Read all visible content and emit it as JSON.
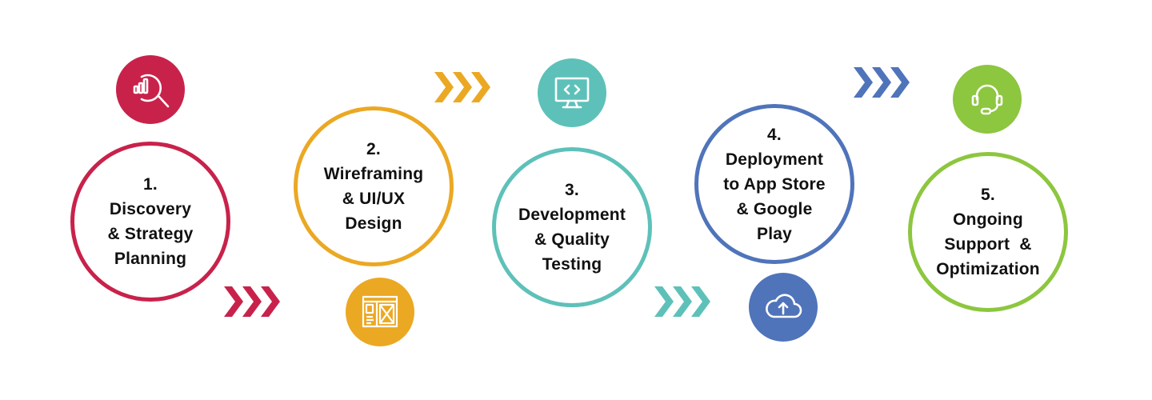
{
  "diagram": {
    "type": "process-flow",
    "steps": [
      {
        "number": "1.",
        "lines": [
          "Discovery",
          "& Strategy",
          "Planning"
        ],
        "color": "#C8224B",
        "icon": "analytics-search-icon"
      },
      {
        "number": "2.",
        "lines": [
          "Wireframing",
          "& UI/UX",
          "Design"
        ],
        "color": "#EBA823",
        "icon": "wireframe-layout-icon"
      },
      {
        "number": "3.",
        "lines": [
          "Development",
          "& Quality",
          "Testing"
        ],
        "color": "#5EC1B9",
        "icon": "code-monitor-icon"
      },
      {
        "number": "4.",
        "lines": [
          "Deployment",
          "to App Store",
          "& Google",
          "Play"
        ],
        "color": "#4F74BA",
        "icon": "cloud-upload-icon"
      },
      {
        "number": "5.",
        "lines": [
          "Ongoing",
          "Support  &",
          "Optimization"
        ],
        "color": "#8DC63F",
        "icon": "headset-support-icon"
      }
    ],
    "connectors": [
      {
        "from": 1,
        "to": 2,
        "color": "#C8224B",
        "icon": "chevrons-right-icon"
      },
      {
        "from": 2,
        "to": 3,
        "color": "#EBA823",
        "icon": "chevrons-right-icon"
      },
      {
        "from": 3,
        "to": 4,
        "color": "#5EC1B9",
        "icon": "chevrons-right-icon"
      },
      {
        "from": 4,
        "to": 5,
        "color": "#4F74BA",
        "icon": "chevrons-right-icon"
      }
    ]
  }
}
